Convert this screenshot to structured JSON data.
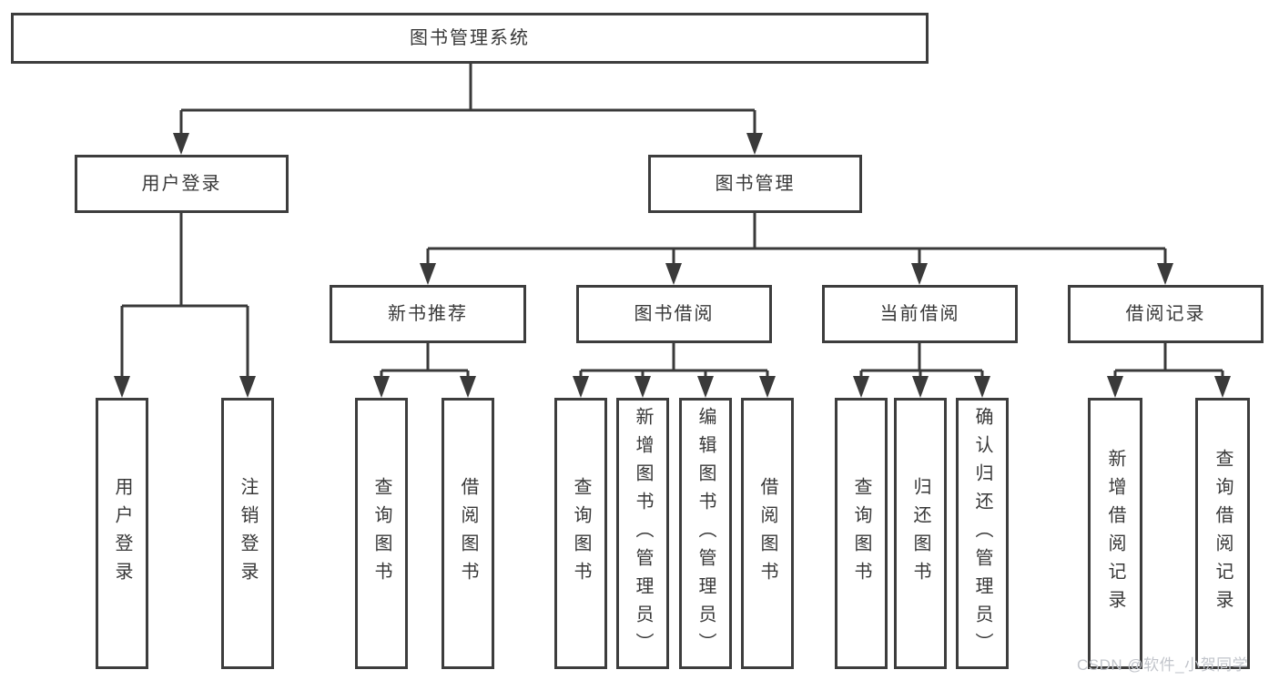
{
  "tree": {
    "label": "图书管理系统",
    "children": [
      {
        "label": "用户登录",
        "children": [
          {
            "label": "用户登录"
          },
          {
            "label": "注销登录"
          }
        ]
      },
      {
        "label": "图书管理",
        "children": [
          {
            "label": "新书推荐",
            "children": [
              {
                "label": "查询图书"
              },
              {
                "label": "借阅图书"
              }
            ]
          },
          {
            "label": "图书借阅",
            "children": [
              {
                "label": "查询图书"
              },
              {
                "label": "新增图书（管理员）"
              },
              {
                "label": "编辑图书（管理员）"
              },
              {
                "label": "借阅图书"
              }
            ]
          },
          {
            "label": "当前借阅",
            "children": [
              {
                "label": "查询图书"
              },
              {
                "label": "归还图书"
              },
              {
                "label": "确认归还（管理员）"
              }
            ]
          },
          {
            "label": "借阅记录",
            "children": [
              {
                "label": "新增借阅记录"
              },
              {
                "label": "查询借阅记录"
              }
            ]
          }
        ]
      }
    ]
  },
  "watermark": {
    "text": "CSDN @软件_小贺同学"
  },
  "colors": {
    "line": "#3a3a3a",
    "box_border": "#3d3d3d",
    "text": "#383838",
    "watermark": "#c2c5cb"
  }
}
